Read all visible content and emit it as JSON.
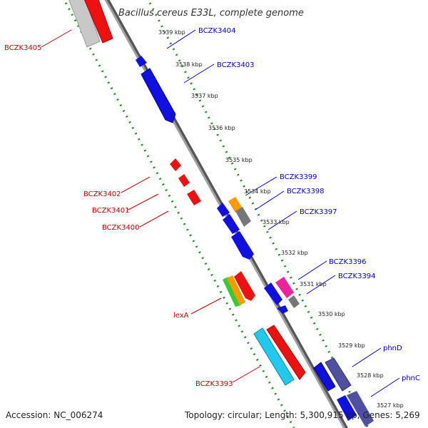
{
  "title": "Bacillus cereus E33L, complete genome",
  "footer": {
    "accession": "Accession: NC_006274",
    "topology": "Topology: circular; Length: 5,300,915 bp; Genes: 5,269"
  },
  "colors": {
    "backbone": "#8a8a8a",
    "dotted_track": "#1f8a1f",
    "forward_label": "#0000cc",
    "reverse_label": "#cc0000",
    "gene_blue": "#1010e0",
    "gene_red": "#ee1111",
    "gene_gray": "#c8c8c8",
    "gene_orange": "#ff9900",
    "gene_darkgray": "#777777",
    "gene_magenta": "#ee2299",
    "gene_green": "#33cc33",
    "gene_cyan": "#22c8ee",
    "gene_purple": "#5050a0"
  },
  "kbp_ticks": [
    "3539 kbp",
    "3538 kbp",
    "3537 kbp",
    "3536 kbp",
    "3535 kbp",
    "3534 kbp",
    "3533 kbp",
    "3532 kbp",
    "3531 kbp",
    "3530 kbp",
    "3529 kbp",
    "3528 kbp",
    "3527 kbp"
  ],
  "forward_labels": [
    "BCZK3404",
    "BCZK3403",
    "BCZK3399",
    "BCZK3398",
    "BCZK3397",
    "BCZK3396",
    "BCZK3394",
    "phnD",
    "phnC"
  ],
  "reverse_labels": [
    "BCZK3405",
    "BCZK3402",
    "BCZK3401",
    "BCZK3400",
    "lexA",
    "BCZK3393"
  ]
}
